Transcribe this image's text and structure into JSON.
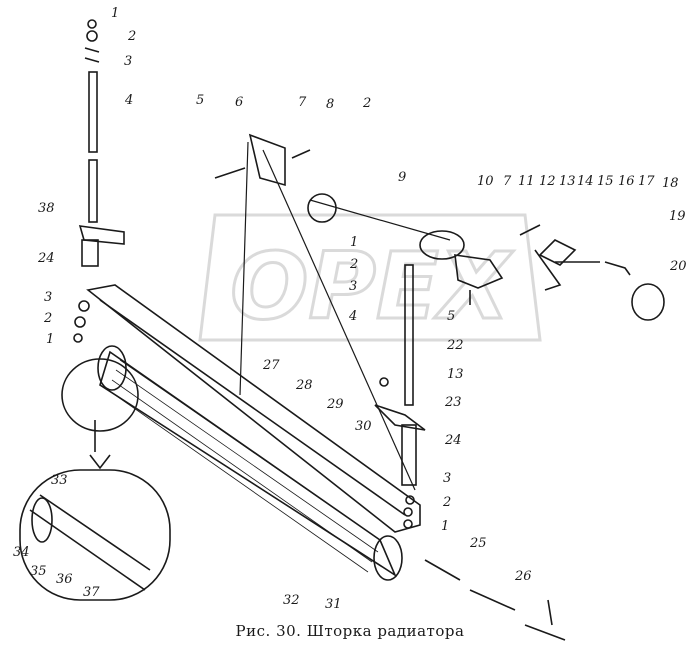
{
  "caption": "Рис. 30. Шторка радиатора",
  "watermark": "OPEX",
  "callouts": [
    "1",
    "2",
    "3",
    "4",
    "38",
    "24",
    "3",
    "2",
    "1",
    "5",
    "6",
    "7",
    "8",
    "2",
    "9",
    "10",
    "7",
    "11",
    "12",
    "13",
    "14",
    "15",
    "16",
    "17",
    "18",
    "19",
    "20",
    "1",
    "2",
    "3",
    "4",
    "5",
    "22",
    "13",
    "23",
    "24",
    "27",
    "28",
    "29",
    "30",
    "3",
    "2",
    "1",
    "25",
    "26",
    "31",
    "32",
    "33",
    "34",
    "35",
    "36",
    "37"
  ],
  "colors": {
    "ink": "#1a1a1a",
    "watermark": "#c9c9c9"
  }
}
